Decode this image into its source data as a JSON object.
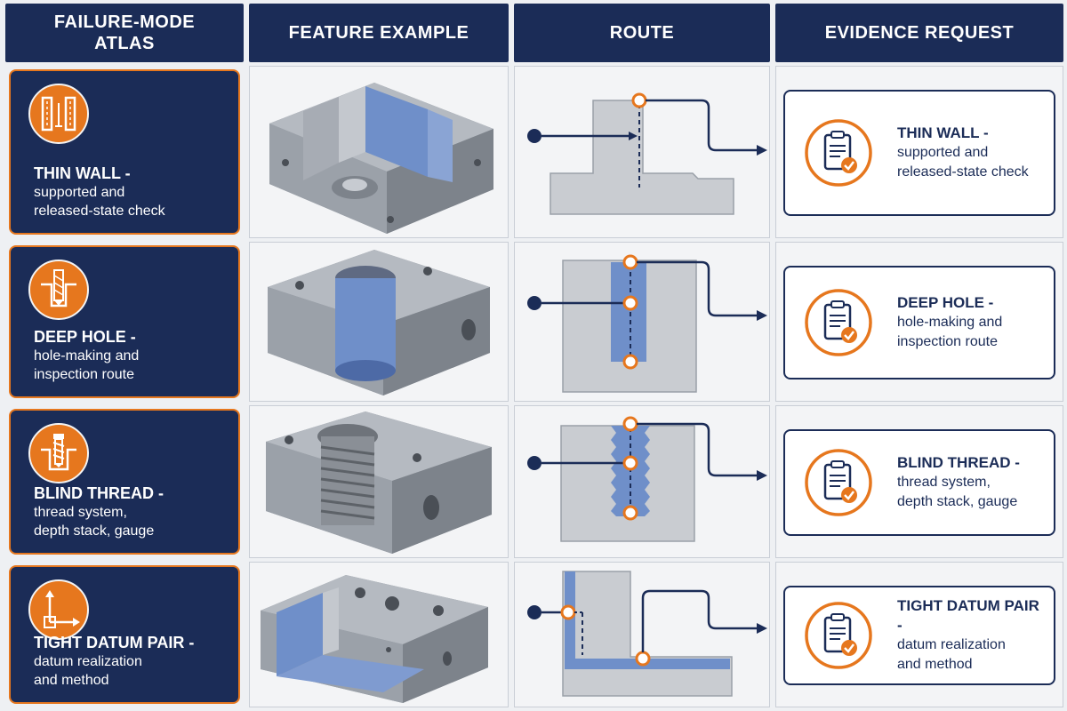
{
  "headers": {
    "col1": "FAILURE-MODE\nATLAS",
    "col2": "FEATURE EXAMPLE",
    "col3": "ROUTE",
    "col4": "EVIDENCE REQUEST"
  },
  "rows": [
    {
      "failure_title": "THIN WALL -",
      "failure_desc": "supported and\nreleased-state check",
      "failure_icon": "thin-wall-icon",
      "evidence_title": "THIN WALL -",
      "evidence_desc": "supported and\nreleased-state check"
    },
    {
      "failure_title": "DEEP HOLE -",
      "failure_desc": "hole-making and\ninspection route",
      "failure_icon": "deep-hole-icon",
      "evidence_title": "DEEP HOLE -",
      "evidence_desc": "hole-making and\ninspection route"
    },
    {
      "failure_title": "BLIND THREAD -",
      "failure_desc": "thread system,\ndepth stack, gauge",
      "failure_icon": "blind-thread-icon",
      "evidence_title": "BLIND THREAD -",
      "evidence_desc": "thread system,\ndepth stack, gauge"
    },
    {
      "failure_title": "TIGHT DATUM PAIR -",
      "failure_desc": "datum realization\nand method",
      "failure_icon": "datum-axes-icon",
      "evidence_title": "TIGHT DATUM PAIR -",
      "evidence_desc": "datum realization\nand method"
    }
  ],
  "colors": {
    "navy": "#1b2c57",
    "orange": "#e6771e",
    "steel": "#9aa0a8",
    "feature_blue": "#6f8fc9"
  }
}
